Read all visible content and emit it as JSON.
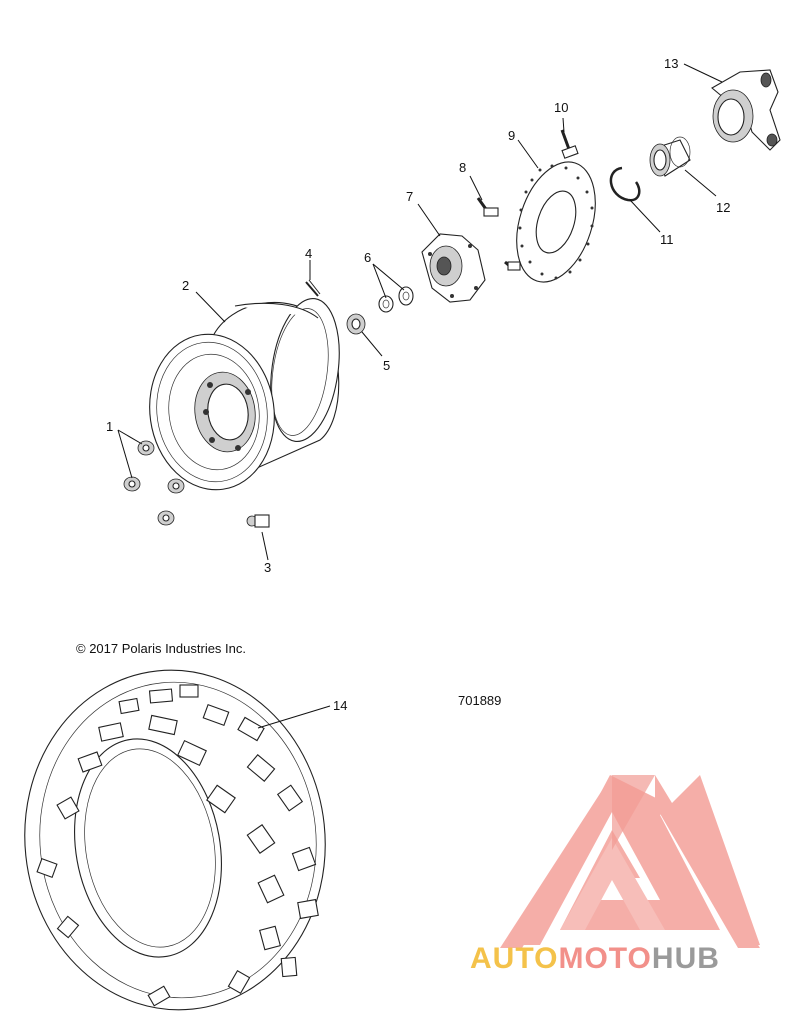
{
  "copyright": "© 2017 Polaris Industries Inc.",
  "drawing_number": "701889",
  "callouts": [
    {
      "id": "1",
      "label": "1"
    },
    {
      "id": "2",
      "label": "2"
    },
    {
      "id": "3",
      "label": "3"
    },
    {
      "id": "4",
      "label": "4"
    },
    {
      "id": "5",
      "label": "5"
    },
    {
      "id": "6",
      "label": "6"
    },
    {
      "id": "7",
      "label": "7"
    },
    {
      "id": "8",
      "label": "8"
    },
    {
      "id": "9",
      "label": "9"
    },
    {
      "id": "10",
      "label": "10"
    },
    {
      "id": "11",
      "label": "11"
    },
    {
      "id": "12",
      "label": "12"
    },
    {
      "id": "13",
      "label": "13"
    },
    {
      "id": "14",
      "label": "14"
    }
  ],
  "watermark": {
    "part1": "AUTO",
    "part2": "MOTO",
    "part3": "HUB",
    "colors": {
      "auto": "#f4c24a",
      "moto": "#f2908a",
      "hub": "#9a9a9a",
      "triangle": "#f4a19a"
    }
  }
}
